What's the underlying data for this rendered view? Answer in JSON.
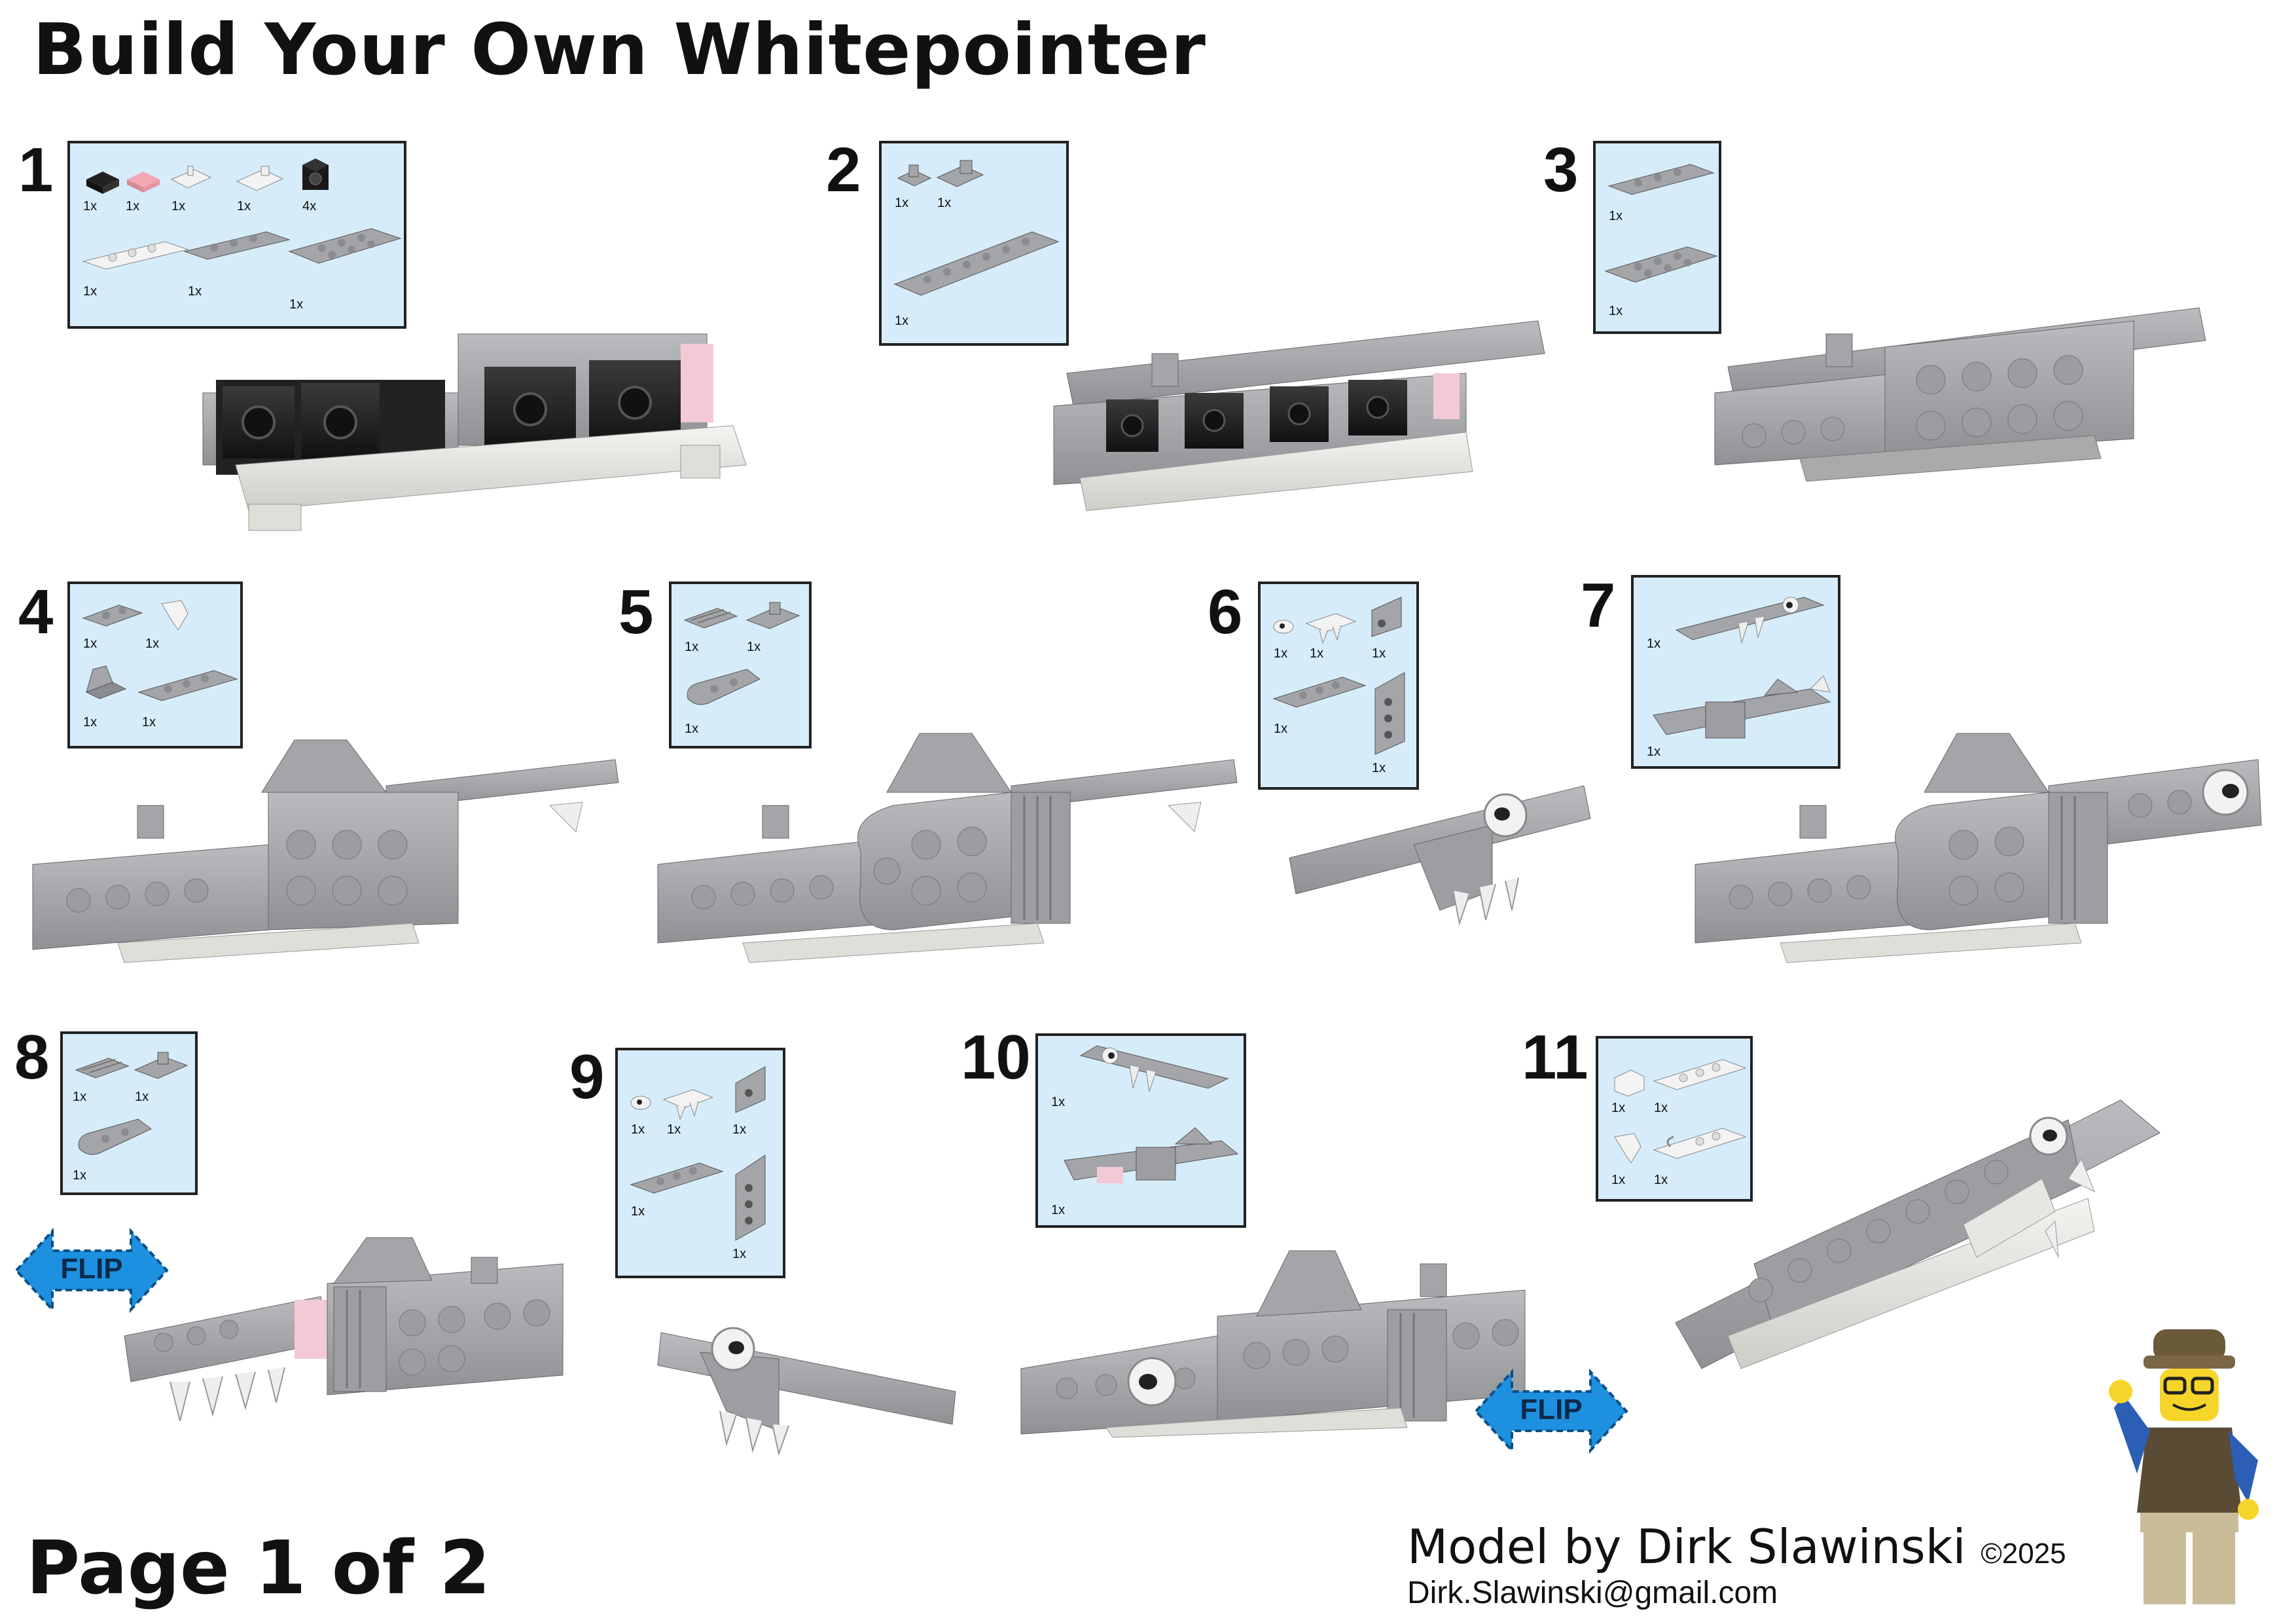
{
  "title": "Build Your Own Whitepointer",
  "steps": [
    {
      "number": "1",
      "qty": [
        "1x",
        "1x",
        "1x",
        "1x",
        "4x",
        "1x",
        "1x",
        "1x"
      ]
    },
    {
      "number": "2",
      "qty": [
        "1x",
        "1x",
        "1x"
      ]
    },
    {
      "number": "3",
      "qty": [
        "1x",
        "1x"
      ]
    },
    {
      "number": "4",
      "qty": [
        "1x",
        "1x",
        "1x",
        "1x"
      ]
    },
    {
      "number": "5",
      "qty": [
        "1x",
        "1x",
        "1x"
      ]
    },
    {
      "number": "6",
      "qty": [
        "1x",
        "1x",
        "1x",
        "1x",
        "1x"
      ]
    },
    {
      "number": "7",
      "qty": [
        "1x",
        "1x"
      ]
    },
    {
      "number": "8",
      "qty": [
        "1x",
        "1x",
        "1x"
      ]
    },
    {
      "number": "9",
      "qty": [
        "1x",
        "1x",
        "1x",
        "1x",
        "1x"
      ]
    },
    {
      "number": "10",
      "qty": [
        "1x",
        "1x"
      ]
    },
    {
      "number": "11",
      "qty": [
        "1x",
        "1x",
        "1x",
        "1x"
      ]
    }
  ],
  "flip_label": "FLIP",
  "footer": {
    "page": "Page 1 of 2",
    "credit": "Model by Dirk Slawinski",
    "copyright": "©2025",
    "email": "Dirk.Slawinski@gmail.com"
  },
  "colors": {
    "panel": "#d6ecfa",
    "brick_dark": "#1b1b1b",
    "brick_grey": "#a3a5a8",
    "brick_white": "#e8e6e2",
    "pink": "#f3c9d6",
    "flip": "#1e90e0"
  }
}
